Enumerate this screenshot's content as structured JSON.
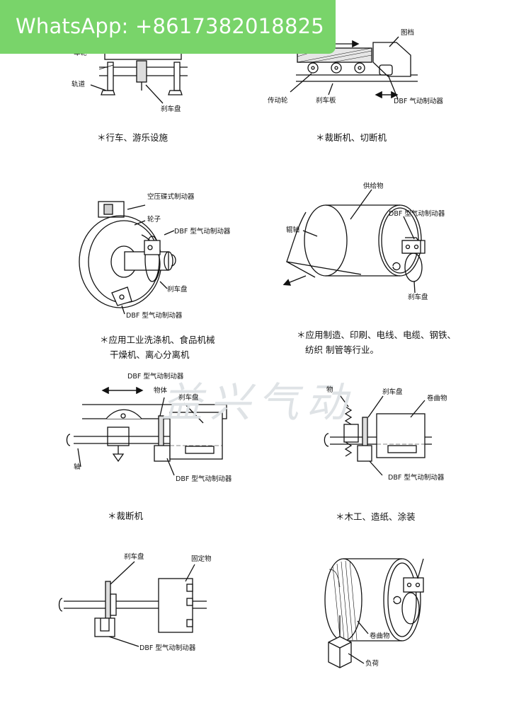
{
  "badge": {
    "text": "WhatsApp: +8617382018825"
  },
  "watermark": "益兴气动",
  "panels": {
    "p1": {
      "labels": [
        "车轮",
        "轨道",
        "刹车盘"
      ],
      "caption": "＊行车、游乐设施"
    },
    "p2": {
      "labels": [
        "图档",
        "传动轮",
        "刹车板",
        "DBF 气动制动器"
      ],
      "caption": "＊裁断机、切断机"
    },
    "p3": {
      "labels": [
        "空压碟式制动器",
        "轮子",
        "DBF 型气动制动器",
        "刹车盘",
        "DBF 型气动制动器"
      ],
      "caption_lines": [
        "＊应用工业洗涤机、食品机械",
        "干燥机、离心分离机"
      ]
    },
    "p4": {
      "labels": [
        "供给物",
        "DBF 型气动制动器",
        "辊轴",
        "刹车盘"
      ],
      "caption_lines": [
        "＊应用制造、印刷、电线、电缆、钢铁、",
        "纺织 制管等行业。"
      ]
    },
    "p5": {
      "labels": [
        "DBF 型气动制动器",
        "物体",
        "刹车盘",
        "轴",
        "DBF 型气动制动器"
      ],
      "caption": "＊裁断机"
    },
    "p6": {
      "labels": [
        "物",
        "刹车盘",
        "卷曲物",
        "DBF 型气动制动器"
      ],
      "caption": "＊木工、造纸、涂装"
    },
    "p7": {
      "labels": [
        "刹车盘",
        "固定物",
        "DBF 型气动制动器"
      ]
    },
    "p8": {
      "labels": [
        "卷曲物",
        "负荷"
      ]
    }
  },
  "colors": {
    "badge": "#79d46a",
    "line": "#111111",
    "shade": "#d8d8d8"
  }
}
